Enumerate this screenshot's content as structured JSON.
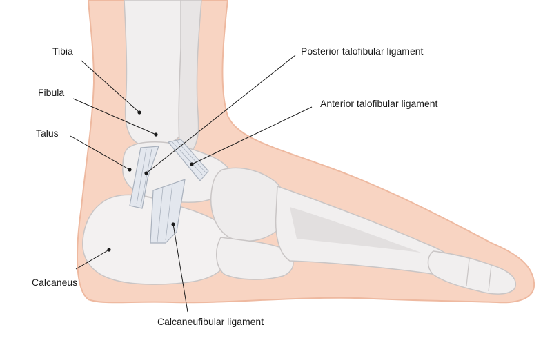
{
  "labels": {
    "tibia": "Tibia",
    "fibula": "Fibula",
    "talus": "Talus",
    "calcaneus": "Calcaneus",
    "posterior_talofibular": "Posterior talofibular ligament",
    "anterior_talofibular": "Anterior talofibular ligament",
    "calcaneofibular": "Calcaneufibular ligament"
  },
  "colors": {
    "background": "#ffffff",
    "skin": "#f8d4c2",
    "skin_outline": "#eeb9a0",
    "bone": "#f1efef",
    "bone_shade": "#dedbdb",
    "bone_outline": "#c9c5c5",
    "ligament": "#e3e7ee",
    "ligament_stroke": "#a9b1bd",
    "leader_line": "#1a1a1a"
  }
}
